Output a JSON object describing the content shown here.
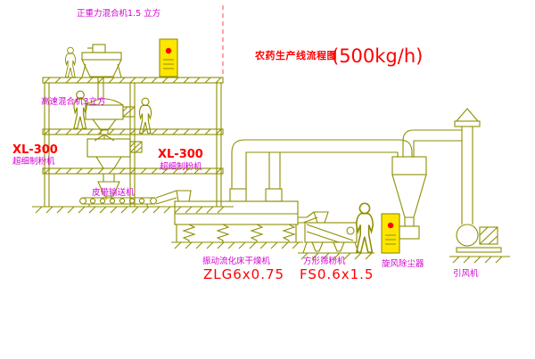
{
  "title": {
    "main": "农药生产线流程图",
    "capacity": "(500kg/h)"
  },
  "labels": {
    "gravity_mixer": "正重力混合机1.5 立方",
    "high_speed_mixer": "高速混合机3立方",
    "mill_left_model": "XL-300",
    "mill_left_name": "超细制粉机",
    "mill_center_model": "XL-300",
    "mill_center_name": "超细制粉机",
    "belt_conveyor": "皮带输送机",
    "dryer_name": "振动流化床干燥机",
    "dryer_model": "ZLG6x0.75",
    "sieve_name": "方形筛粉机",
    "sieve_model": "FS0.6x1.5",
    "cyclone": "旋风除尘器",
    "fan": "引风机"
  },
  "colors": {
    "line": "#8e8e00",
    "label_text": "#d400d4",
    "model_text": "#ff0000",
    "cabinet_fill": "#ffe600",
    "background": "#ffffff"
  }
}
